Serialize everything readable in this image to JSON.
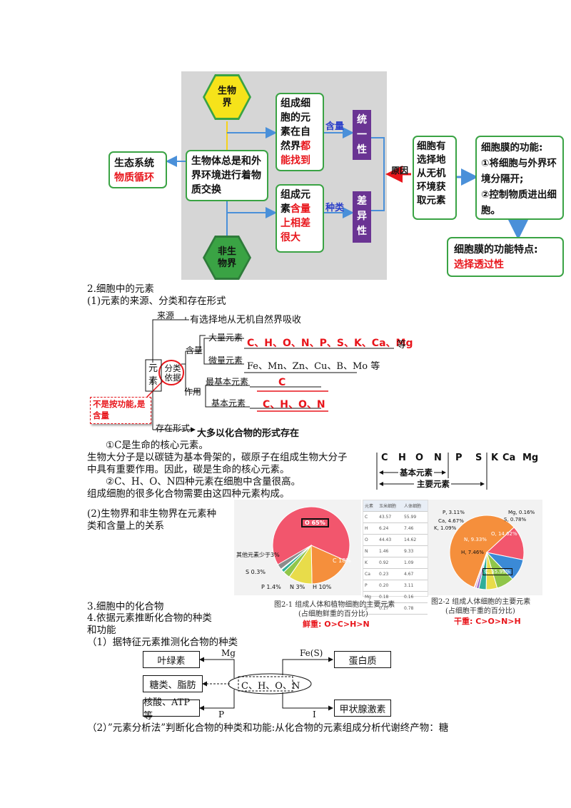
{
  "diagram": {
    "bio": "生物界",
    "nonbio": "非生物界",
    "center": "生物体总是和外界环境进行着物质交换",
    "ecosystem_1": "生态系统",
    "ecosystem_2": "物质循环",
    "top_box_black": "组成细胞的元素在自然界",
    "top_box_red": "都能找到",
    "bottom_box_black": "组成元素",
    "bottom_box_red": "含量上相差很大",
    "content_label": "含量",
    "kind_label": "种类",
    "unity": "统一性",
    "difference": "差异性",
    "reason_label": "原因",
    "cell_select": "细胞有选择地从无机环境获取元素",
    "membrane_func": "细胞膜的功能:",
    "membrane_func_1": "①将细胞与外界环境分隔开;",
    "membrane_func_2": "②控制物质进出细胞。",
    "membrane_feature": "细胞膜的功能特点:",
    "membrane_feature_red": "选择透过性"
  },
  "section2": {
    "title": "2.细胞中的元素",
    "sub1": "(1)元素的来源、分类和存在形式",
    "source_label": "来源",
    "source_text": "有选择地从无机自然界吸收",
    "element_label": "元素",
    "class_label": "分类依据",
    "content_label": "含量",
    "macro_label": "大量元素",
    "macro_value": "C、H、O、N、P、S、K、Ca、Mg",
    "macro_tail": "等",
    "micro_label": "微量元素",
    "micro_value": "Fe、Mn、Zn、Cu、B、Mo 等",
    "role_label": "作用",
    "most_basic_label": "最基本元素",
    "most_basic_value": "C",
    "basic_label": "基本元素",
    "basic_value": "C、H、O、N",
    "note_red": "不是按功能,是含量",
    "exist_label": "存在形式",
    "exist_text": "大多以化合物的形式存在",
    "point1": "①C是生命的核心元素。",
    "point1_body1": "生物大分子是以碳链为基本骨架的，碳原子在组成生物大分子",
    "point1_body2": "中具有重要作用。因此，碳是生命的核心元素。",
    "point2": "②C、H、O、N四种元素在细胞中含量很高。",
    "point2_body": "组成细胞的很多化合物需要由这四种元素构成。",
    "scale_items": [
      "C",
      "H",
      "O",
      "N",
      "P",
      "S",
      "K",
      "Ca",
      "Mg"
    ],
    "scale_basic": "基本元素",
    "scale_main": "主要元素",
    "sub2_1": "(2)生物界和非生物界在元素种",
    "sub2_2": "类和含量上的关系"
  },
  "chart_data": [
    {
      "type": "pie",
      "title": "图2-1 组成人体和植物细胞的主要元素",
      "subtitle": "(占细胞鲜重的百分比)",
      "categories": [
        "O",
        "C",
        "H",
        "N",
        "P",
        "S",
        "其他元素"
      ],
      "labels": [
        "O 65%",
        "C 18%",
        "H 10%",
        "N 3%",
        "P 1.4%",
        "S 0.3%",
        "其他元素少于3%"
      ],
      "values": [
        65,
        18,
        10,
        3,
        1.4,
        0.3,
        2.3
      ],
      "colors": [
        "#f2566d",
        "#f58f3c",
        "#e8dc4a",
        "#90c64a",
        "#2fae99",
        "#3b8ad6",
        "#8c8c8c"
      ],
      "caption_red": "鲜重: O>C>H>N"
    },
    {
      "type": "table",
      "headers": [
        "元素",
        "玉米细胞",
        "人体细胞"
      ],
      "rows": [
        [
          "C",
          "43.57",
          "55.99"
        ],
        [
          "H",
          "6.24",
          "7.46"
        ],
        [
          "O",
          "44.43",
          "14.62"
        ],
        [
          "N",
          "1.46",
          "9.33"
        ],
        [
          "K",
          "0.92",
          "1.09"
        ],
        [
          "Ca",
          "0.23",
          "4.67"
        ],
        [
          "P",
          "0.20",
          "3.11"
        ],
        [
          "Mg",
          "0.18",
          "0.16"
        ],
        [
          "S",
          "0.17",
          "0.78"
        ]
      ]
    },
    {
      "type": "pie",
      "title": "图2-2 组成人体细胞的主要元素",
      "subtitle": "(占细胞干重的百分比)",
      "categories": [
        "C",
        "O",
        "N",
        "H",
        "Ca",
        "P",
        "K",
        "S",
        "Mg"
      ],
      "labels": [
        "C, 55.99%",
        "O, 14.62%",
        "N, 9.33%",
        "H, 7.46%",
        "Ca, 4.67%",
        "P, 3.11%",
        "K, 1.09%",
        "S, 0.78%",
        "Mg, 0.16%"
      ],
      "values": [
        55.99,
        14.62,
        9.33,
        7.46,
        4.67,
        3.11,
        1.09,
        0.78,
        0.16
      ],
      "colors": [
        "#f58f3c",
        "#f2566d",
        "#3b8ad6",
        "#90c64a",
        "#e8dc4a",
        "#2fae99",
        "#9a6cc8",
        "#e0a8c8",
        "#8c8c8c"
      ],
      "caption_red": "干重: C>O>N>H"
    }
  ],
  "section3": {
    "title": "3.细胞中的化合物"
  },
  "section4": {
    "title1": "4.依据元素推断化合物的种类",
    "title2": "和功能",
    "sub1": "（1）据特征元素推测化合物的种类",
    "chlorophyll": "叶绿素",
    "sugar_fat": "糖类、脂肪",
    "nucleic": "核酸、ATP等",
    "protein": "蛋白质",
    "thyroid": "甲状腺激素",
    "mg": "Mg",
    "fe": "Fe(S)",
    "p": "P",
    "i": "I",
    "center_chon": "C、H、O、N",
    "sub2": "（2）”元素分析法”判断化合物的种类和功能:从化合物的元素组成分析代谢终产物：糖"
  }
}
